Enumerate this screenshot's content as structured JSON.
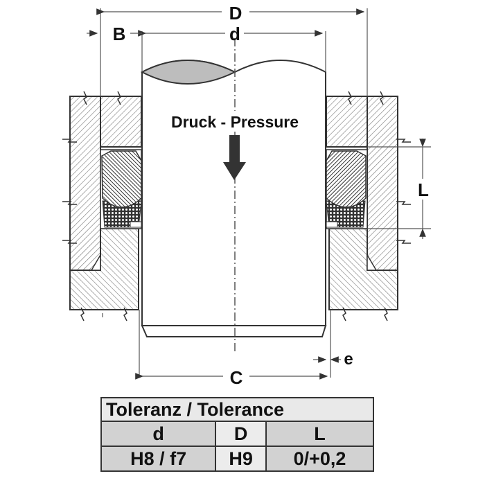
{
  "diagram": {
    "dimensions": {
      "D": "D",
      "B": "B",
      "d": "d",
      "L": "L",
      "C": "C",
      "e": "e"
    },
    "pressure_label": "Druck - Pressure",
    "colors": {
      "line": "#333333",
      "hatch": "#555555",
      "rod_cap": "#bdbdbd",
      "arrow": "#333333"
    }
  },
  "tolerance_table": {
    "title": "Toleranz / Tolerance",
    "headers": [
      "d",
      "D",
      "L"
    ],
    "values": [
      "H8 / f7",
      "H9",
      "0/+0,2"
    ]
  }
}
